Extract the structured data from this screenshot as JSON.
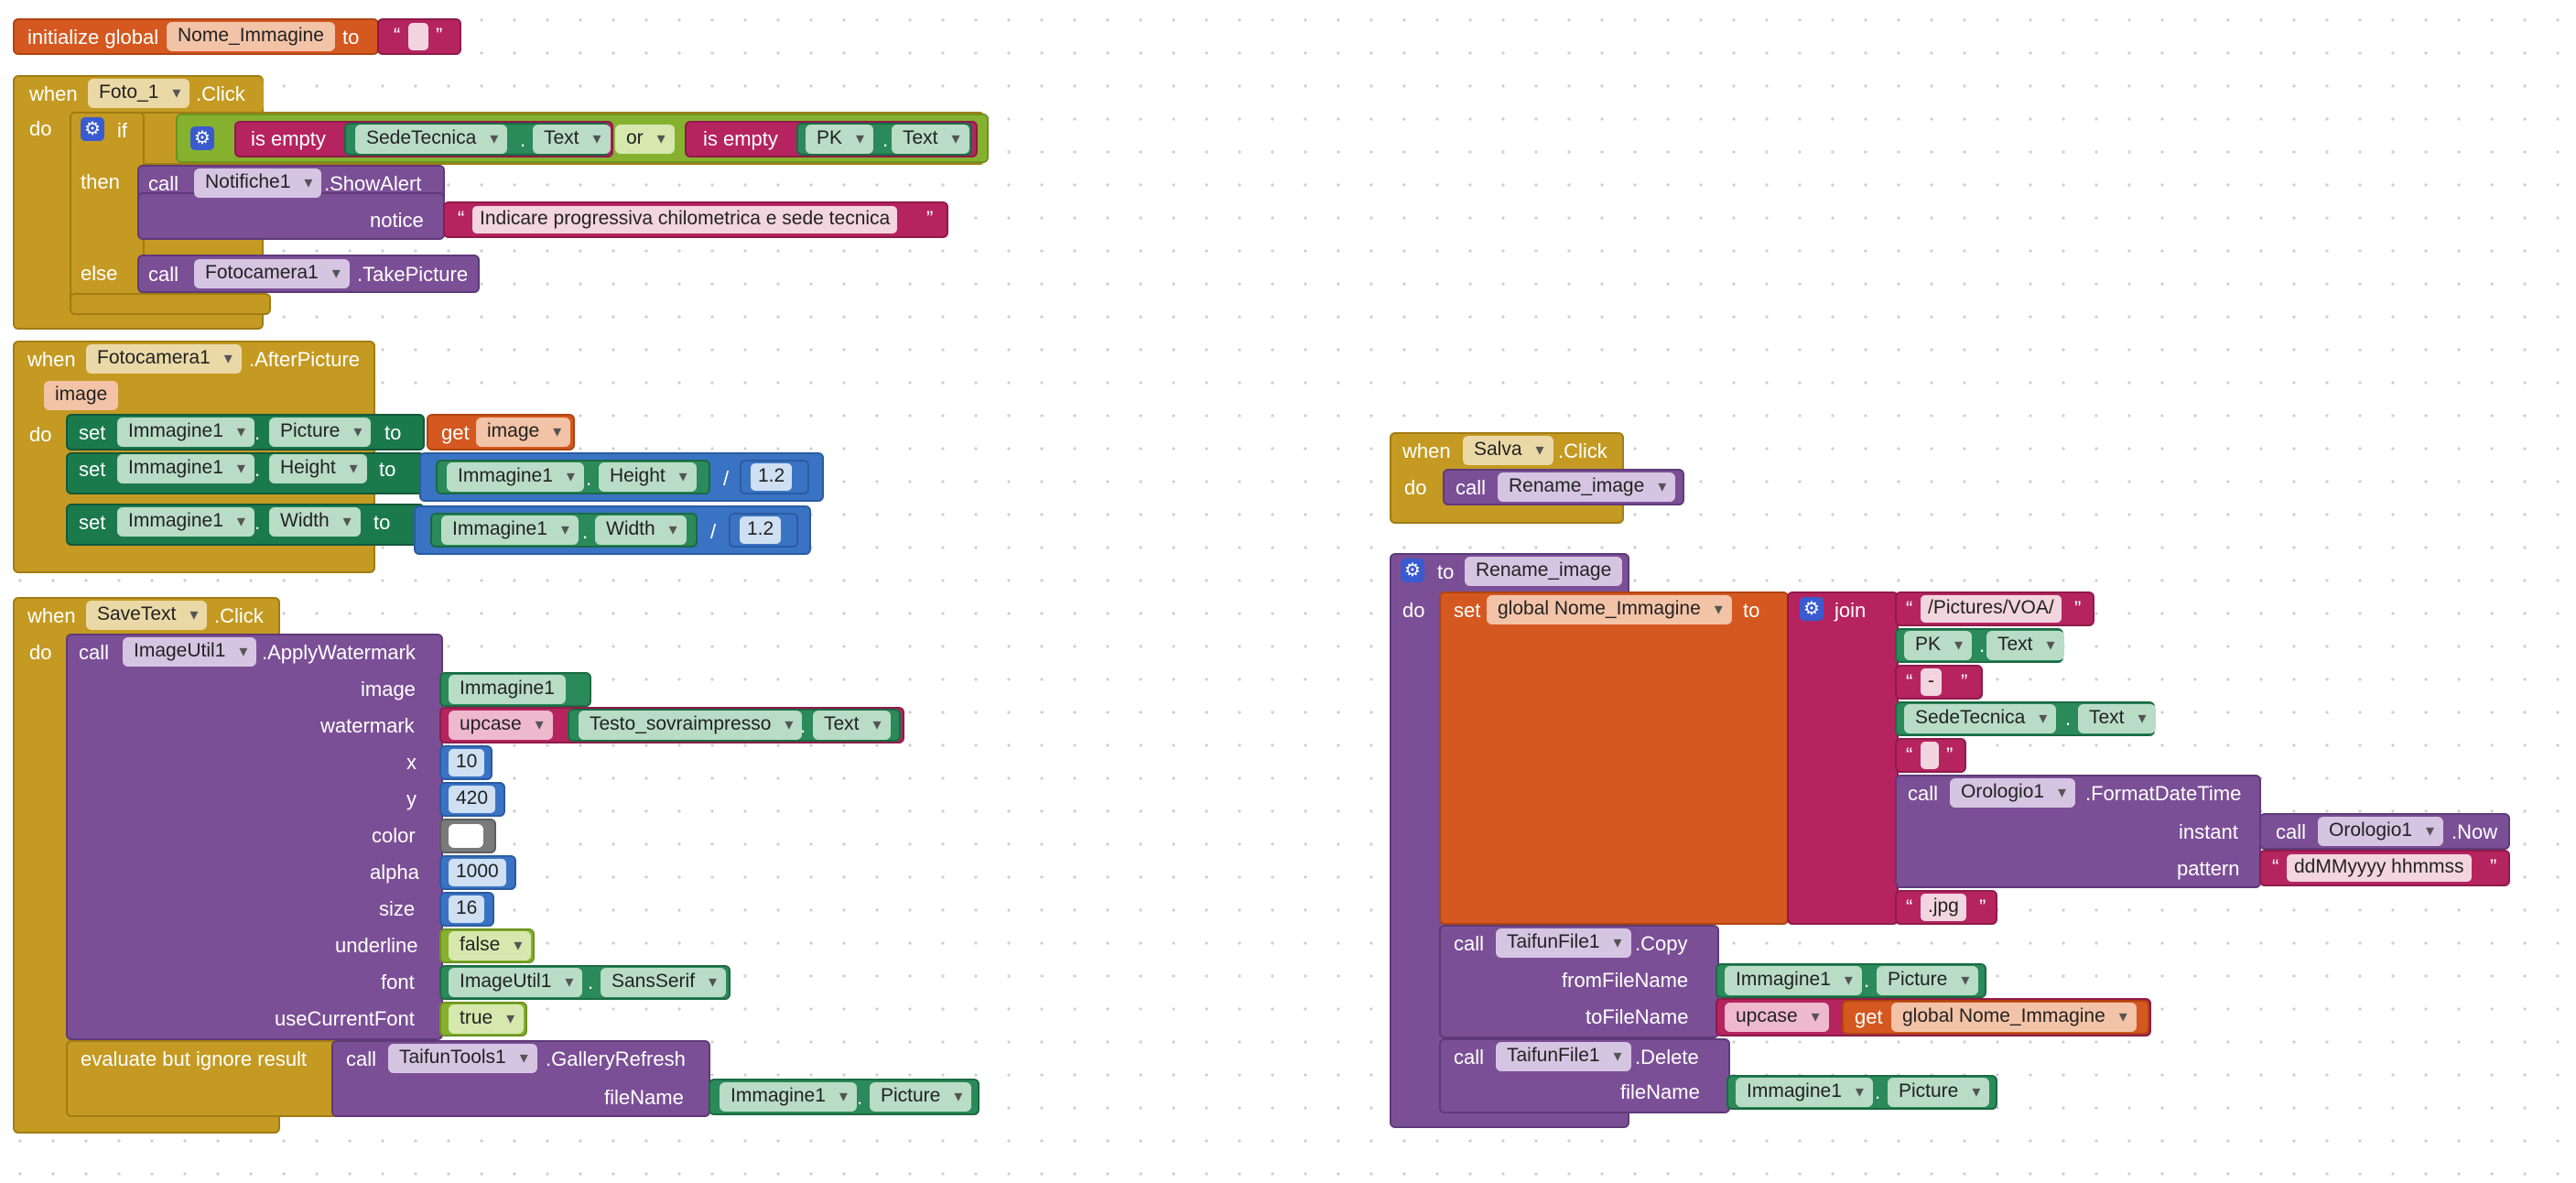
{
  "init": {
    "initialize_global": "initialize global",
    "var_name": "Nome_Immagine",
    "to": "to"
  },
  "foto": {
    "when": "when",
    "component": "Foto_1",
    "event": ".Click",
    "do": "do",
    "if": "if",
    "then": "then",
    "else": "else",
    "is_empty_1": "is empty",
    "comp1": "SedeTecnica",
    "prop1": "Text",
    "or": "or",
    "is_empty_2": "is empty",
    "comp2": "PK",
    "prop2": "Text",
    "call": "call",
    "notifier": "Notifiche1",
    "show_alert": ".ShowAlert",
    "notice": "notice",
    "notice_text": "Indicare progressiva chilometrica e sede tecnica",
    "camera": "Fotocamera1",
    "take_picture": ".TakePicture"
  },
  "after": {
    "when": "when",
    "component": "Fotocamera1",
    "event": ".AfterPicture",
    "param": "image",
    "do": "do",
    "set": "set",
    "to": "to",
    "get": "get",
    "get_var": "image",
    "img": "Immagine1",
    "picture": "Picture",
    "height": "Height",
    "width": "Width",
    "div": "/",
    "divisor": "1.2"
  },
  "savetext": {
    "when": "when",
    "component": "SaveText",
    "event": ".Click",
    "do": "do",
    "call": "call",
    "util": "ImageUtil1",
    "method": ".ApplyWatermark",
    "labels": {
      "image": "image",
      "watermark": "watermark",
      "x": "x",
      "y": "y",
      "color": "color",
      "alpha": "alpha",
      "size": "size",
      "underline": "underline",
      "font": "font",
      "useCurrentFont": "useCurrentFont"
    },
    "img": "Immagine1",
    "upcase": "upcase",
    "testo": "Testo_sovraimpresso",
    "text_prop": "Text",
    "x_val": "10",
    "y_val": "420",
    "alpha_val": "1000",
    "size_val": "16",
    "underline_val": "false",
    "font_comp": "ImageUtil1",
    "font_val": "SansSerif",
    "use_font_val": "true",
    "evaluate": "evaluate but ignore result",
    "tools": "TaifunTools1",
    "gallery": ".GalleryRefresh",
    "filename": "fileName",
    "picture": "Picture"
  },
  "salva": {
    "when": "when",
    "component": "Salva",
    "event": ".Click",
    "do": "do",
    "call": "call",
    "proc": "Rename_image"
  },
  "rename": {
    "to": "to",
    "name": "Rename_image",
    "do": "do",
    "set": "set",
    "global_var": "global Nome_Immagine",
    "set_to": "to",
    "join": "join",
    "s1": "/Pictures/VOA/",
    "pk": "PK",
    "text": "Text",
    "s2": "-",
    "sede": "SedeTecnica",
    "call": "call",
    "clock": "Orologio1",
    "format": ".FormatDateTime",
    "instant": "instant",
    "now": ".Now",
    "pattern": "pattern",
    "pattern_val": "ddMMyyyy hhmmss",
    "s4": ".jpg",
    "file": "TaifunFile1",
    "copy": ".Copy",
    "from": "fromFileName",
    "tofile": "toFileName",
    "img": "Immagine1",
    "picture": "Picture",
    "upcase": "upcase",
    "get": "get",
    "delete": ".Delete",
    "filename": "fileName"
  }
}
